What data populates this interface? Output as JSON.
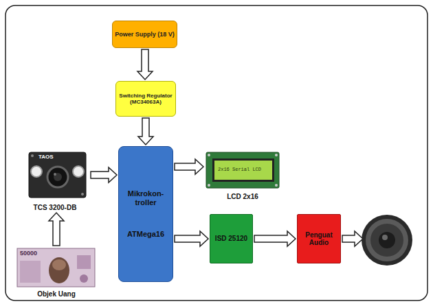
{
  "diagram": {
    "nodes": [
      {
        "text": [
          "Power Supply (18 V)"
        ]
      },
      {
        "text": [
          "Switching Regulator (MC34063A)"
        ]
      },
      {
        "text": [
          "TCS 3200-DB"
        ]
      },
      {
        "text": [
          "Mikrokon- troller",
          "ATMega16"
        ]
      },
      {
        "text": [
          "LCD 2x16"
        ]
      },
      {
        "text": [
          "ISD 25120"
        ]
      },
      {
        "text": [
          "Penguat Audio"
        ]
      },
      {
        "text": [
          "Objek Uang"
        ]
      }
    ],
    "edges": [
      {
        "from": 0,
        "to": 1,
        "arrow": "to"
      },
      {
        "from": 1,
        "to": 3,
        "arrow": "to"
      },
      {
        "from": 2,
        "to": 3,
        "arrow": "to"
      },
      {
        "from": 3,
        "to": 4,
        "arrow": "to"
      },
      {
        "from": 3,
        "to": 5,
        "arrow": "to"
      },
      {
        "from": 5,
        "to": 6,
        "arrow": "to"
      },
      {
        "from": 7,
        "to": 2,
        "arrow": "to"
      }
    ],
    "labels": [
      "TAOS",
      "2x16 Serial LCD",
      "50000"
    ]
  }
}
